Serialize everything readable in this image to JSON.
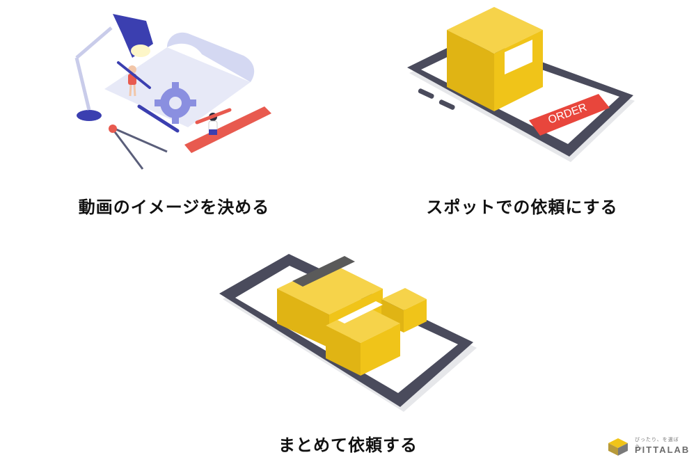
{
  "captions": {
    "design": "動画のイメージを決める",
    "spot": "スポットでの依頼にする",
    "bulk": "まとめて依頼する"
  },
  "order_button": "ORDER",
  "brand": {
    "name": "PITTALAB",
    "tagline": "ぴったり、を選ぼう。"
  },
  "colors": {
    "phone_frame": "#4a4b5c",
    "box_yellow": "#f0c419",
    "order_red": "#e8463c",
    "lamp_blue": "#3b3fb0",
    "ruler_red": "#e85a4f"
  }
}
